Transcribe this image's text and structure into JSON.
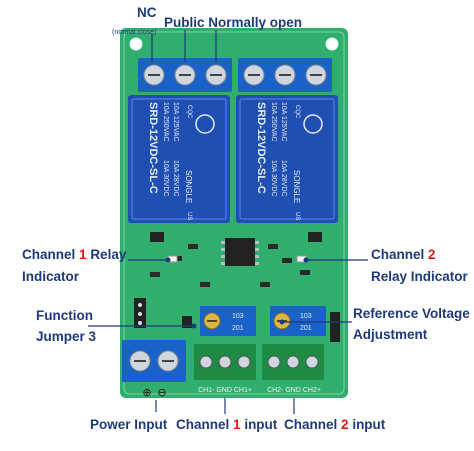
{
  "labels": {
    "nc": "NC",
    "normal_close": "(normal close)",
    "public": "Public",
    "normally_open": "Normally open",
    "ch1_relay_1": "Channel",
    "ch1_relay_num": "1",
    "ch1_relay_2": "Relay",
    "ch1_relay_3": "Indicator",
    "ch2_relay_1": "Channel",
    "ch2_relay_num": "2",
    "ch2_relay_2": "Relay Indicator",
    "function_1": "Function",
    "function_2": "Jumper 3",
    "reference_1": "Reference Voltage",
    "reference_2": "Adjustment",
    "power_input": "Power Input",
    "ch1_input_1": "Channel",
    "ch1_input_num": "1",
    "ch1_input_2": "input",
    "ch2_input_1": "Channel",
    "ch2_input_num": "2",
    "ch2_input_2": "input"
  },
  "relay_text": {
    "model": "SRD-12VDC-SL-C",
    "brand": "SONGLE",
    "rating_1": "10A 250VAC",
    "rating_2": "10A 30VDC",
    "rating_3": "10A 125VAC",
    "rating_4": "10A 28VDC",
    "cqc": "CQC",
    "us": "US"
  },
  "pcb_text": {
    "pot_label": "103",
    "pot_num": "201",
    "ch1_terminal": "CH1- GND CH1+",
    "ch2_terminal": "CH2- GND CH2+",
    "plus": "⊕",
    "minus": "⊖"
  },
  "colors": {
    "pcb": "#2fae6e",
    "relay": "#1f4fb3",
    "terminal_blue": "#1a62c8",
    "terminal_green": "#1f8a44",
    "label_blue": "#1f3a7a",
    "accent_red": "#e01a1a"
  }
}
